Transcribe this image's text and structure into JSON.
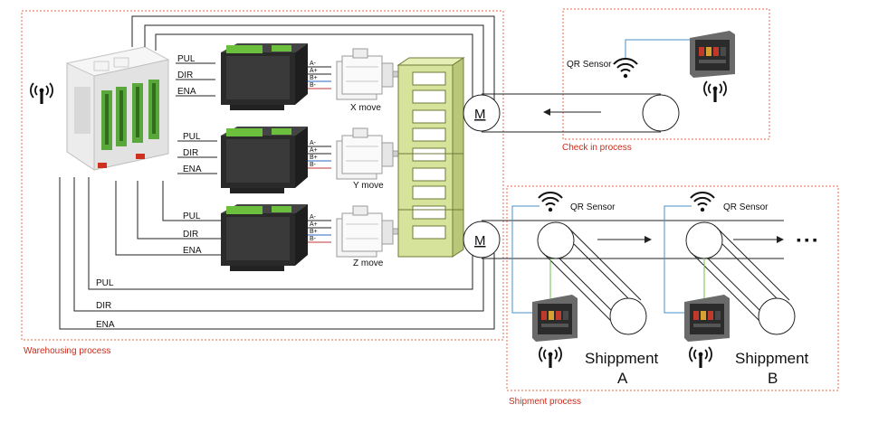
{
  "processes": {
    "warehousing": "Warehousing process",
    "check_in": "Check in process",
    "shipment": "Shipment process"
  },
  "signals": {
    "pul": "PUL",
    "dir": "DIR",
    "ena": "ENA"
  },
  "driver_pins": [
    "A-",
    "A+",
    "B+",
    "B-"
  ],
  "motors": {
    "x": "X move",
    "y": "Y move",
    "z": "Z move"
  },
  "conveyor_motor": "M",
  "qr_sensor": "QR Sensor",
  "shipments": {
    "a": {
      "title": "Shippment",
      "letter": "A"
    },
    "b": {
      "title": "Shippment",
      "letter": "B"
    }
  },
  "continuation": "▪ ▪ ▪",
  "colors": {
    "process_border": "#e8684a",
    "process_label": "#cc2a1a",
    "shelf_fill": "#d6e39a",
    "sensor_line": "#4a90c8",
    "green_wire": "#6fbf4a"
  }
}
